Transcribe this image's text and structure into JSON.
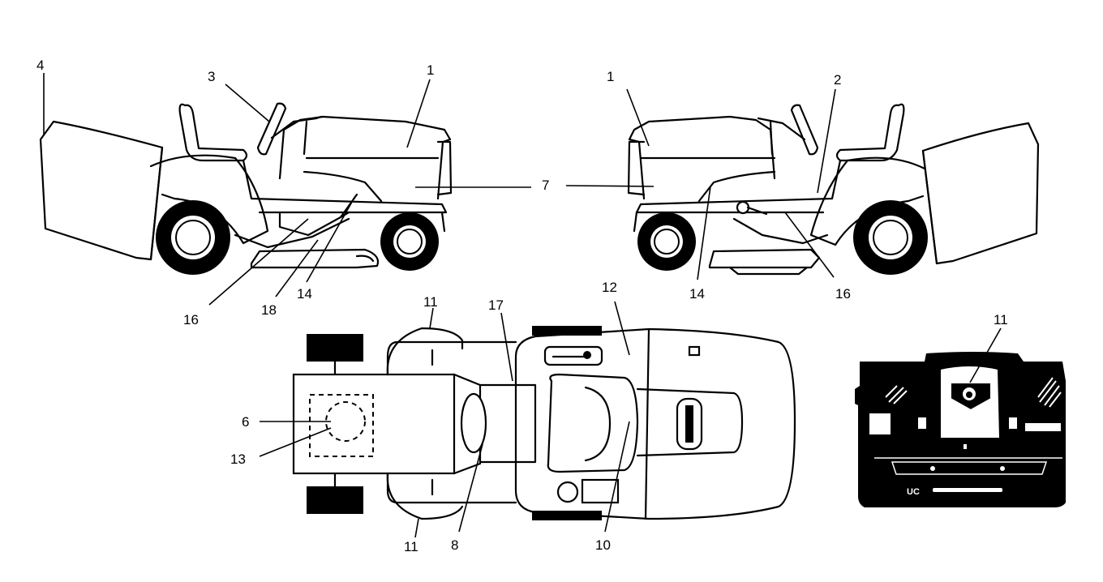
{
  "callouts": {
    "left_4": "4",
    "left_3": "3",
    "left_1": "1",
    "center_7": "7",
    "left_16": "16",
    "left_18": "18",
    "left_14": "14",
    "right_1": "1",
    "right_2": "2",
    "right_14": "14",
    "right_16": "16",
    "top_11_upper": "11",
    "top_17": "17",
    "top_12": "12",
    "top_6": "6",
    "top_13": "13",
    "top_11_lower": "11",
    "top_8": "8",
    "top_10": "10",
    "rear_11": "11"
  },
  "colors": {
    "line": "#000000",
    "background": "#ffffff"
  }
}
